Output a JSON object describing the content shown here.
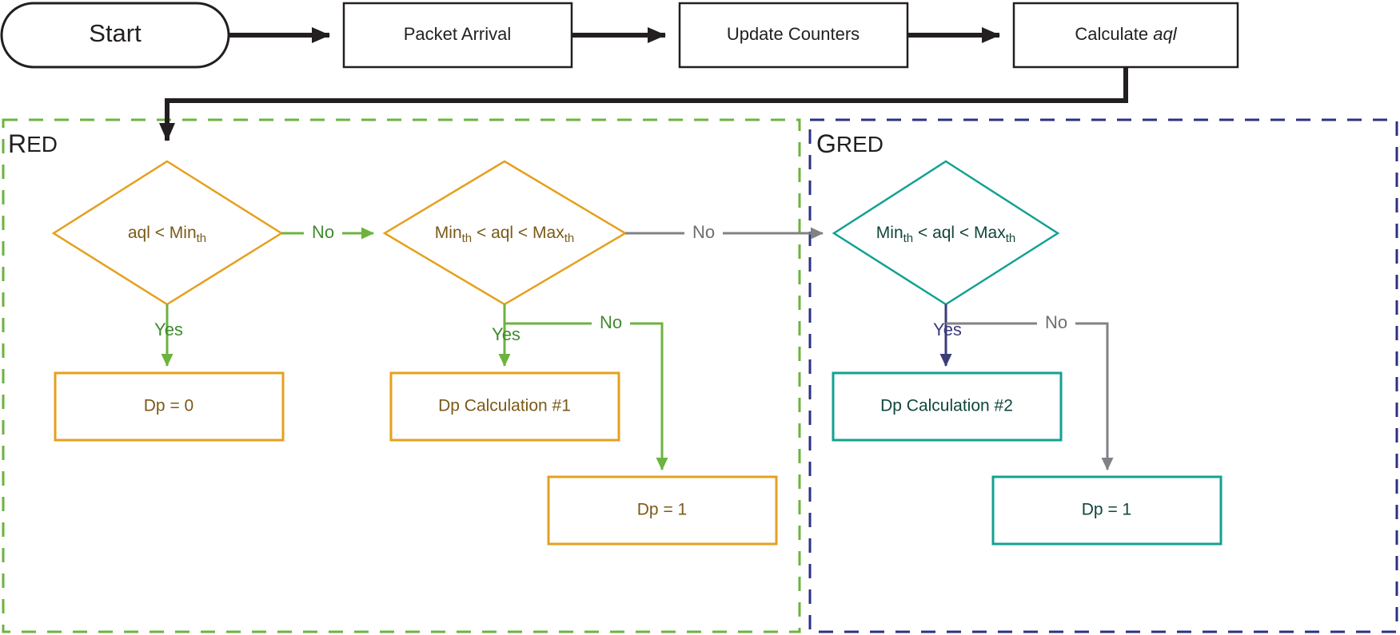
{
  "diagram": {
    "title": "RED and GRED packet drop probability flowchart",
    "colors": {
      "black": "#231f20",
      "red_group_border": "#6cb33f",
      "gred_group_border": "#2e3180",
      "orange_node": "#e5a01e",
      "orange_text": "#7a5a18",
      "teal_node": "#13a192",
      "teal_text": "#10463c",
      "green_edge": "#6cb33f",
      "green_text": "#3f8b2e",
      "gray_edge": "#808285",
      "gray_text": "#6d6e71",
      "navy_edge": "#3b3c7a",
      "navy_text": "#3b3c7a",
      "white": "#ffffff"
    },
    "top_flow": [
      {
        "id": "start",
        "label": "Start",
        "shape": "terminator"
      },
      {
        "id": "packet-arrival",
        "label": "Packet Arrival",
        "shape": "process"
      },
      {
        "id": "update-counters",
        "label": "Update Counters",
        "shape": "process"
      },
      {
        "id": "calculate-aql",
        "label_prefix": "Calculate ",
        "label_italic": "aql",
        "shape": "process"
      }
    ],
    "groups": [
      {
        "id": "red",
        "label_first": "R",
        "label_rest": "ED",
        "style": "dashed",
        "color": "#6cb33f"
      },
      {
        "id": "gred",
        "label_first": "G",
        "label_rest": "RED",
        "style": "dashed",
        "color": "#2e3180"
      }
    ],
    "red_section": {
      "decision_1": {
        "text_a": "aql < Min",
        "sub_a": "th"
      },
      "decision_2": {
        "text_a": "Min",
        "sub_a": "th",
        "text_b": " < aql < Max",
        "sub_b": "th"
      },
      "box_dp0": "Dp = 0",
      "box_dp_calc1": "Dp Calculation #1",
      "box_dp1": "Dp = 1",
      "edge_yes_1": "Yes",
      "edge_no_1": "No",
      "edge_yes_2": "Yes",
      "edge_no_2": "No"
    },
    "gred_section": {
      "decision_1": {
        "text_a": "Min",
        "sub_a": "th",
        "text_b": " < aql < Max",
        "sub_b": "th"
      },
      "box_dp_calc2": "Dp Calculation #2",
      "box_dp1": "Dp = 1",
      "edge_yes": "Yes",
      "edge_no_in": "No",
      "edge_no_out": "No"
    }
  }
}
